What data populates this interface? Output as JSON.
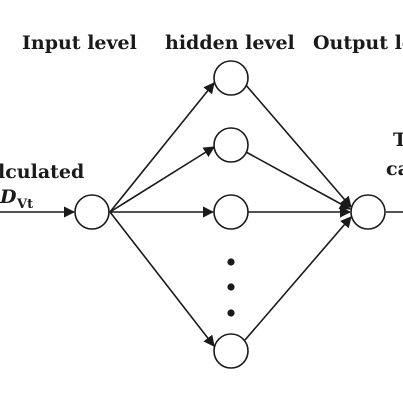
{
  "headers": {
    "input": "Input level",
    "hidden": "hidden level",
    "output": "Output le"
  },
  "left_label": {
    "line1": "lculated",
    "symbol": "D",
    "subscript": "Vt"
  },
  "right_label": {
    "line1": "T",
    "line2": "ca"
  }
}
